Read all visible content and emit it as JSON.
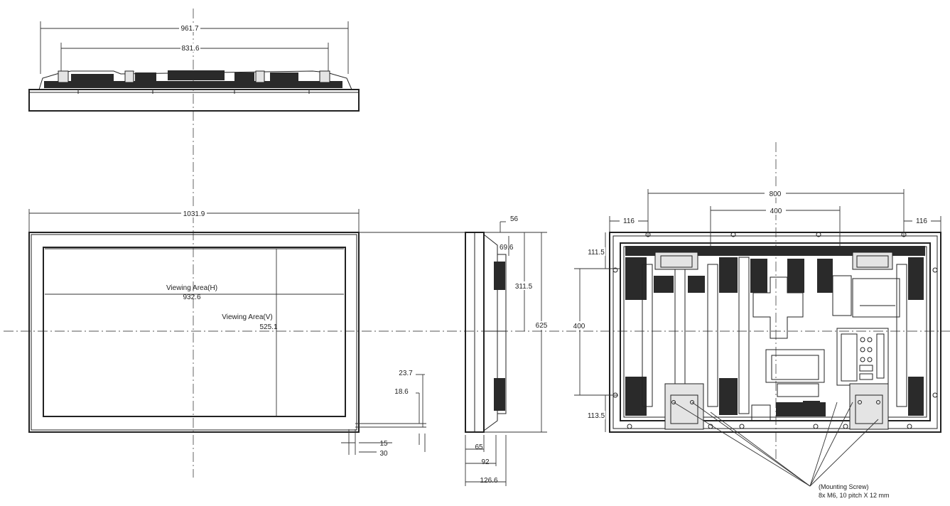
{
  "colors": {
    "line": "#222222",
    "background": "#ffffff",
    "hatch": "#2a2a2a"
  },
  "top_view": {
    "overall_width": "961.7",
    "inner_width": "831.6"
  },
  "front_view": {
    "overall_width": "1031.9",
    "viewing_area_h_label": "Viewing Area(H)",
    "viewing_area_h_value": "932.6",
    "viewing_area_v_label": "Viewing Area(V)",
    "viewing_area_v_value": "525.1",
    "corner_dim_a": "23.7",
    "corner_dim_b": "18.6",
    "bezel_dim_a": "15",
    "bezel_dim_b": "30"
  },
  "side_view": {
    "top_dim_a": "56",
    "top_dim_b": "69.6",
    "center_height": "311.5",
    "overall_height": "625",
    "depth_a": "65",
    "depth_b": "92",
    "depth_c": "126.6"
  },
  "rear_view": {
    "mount_width_outer": "800",
    "mount_width_inner": "400",
    "edge_left": "116",
    "edge_right": "116",
    "top_offset": "111.5",
    "mount_height": "400",
    "bottom_offset": "113.5",
    "mounting_note_line1": "(Mounting Screw)",
    "mounting_note_line2": "8x M6, 10 pitch X 12 mm"
  }
}
